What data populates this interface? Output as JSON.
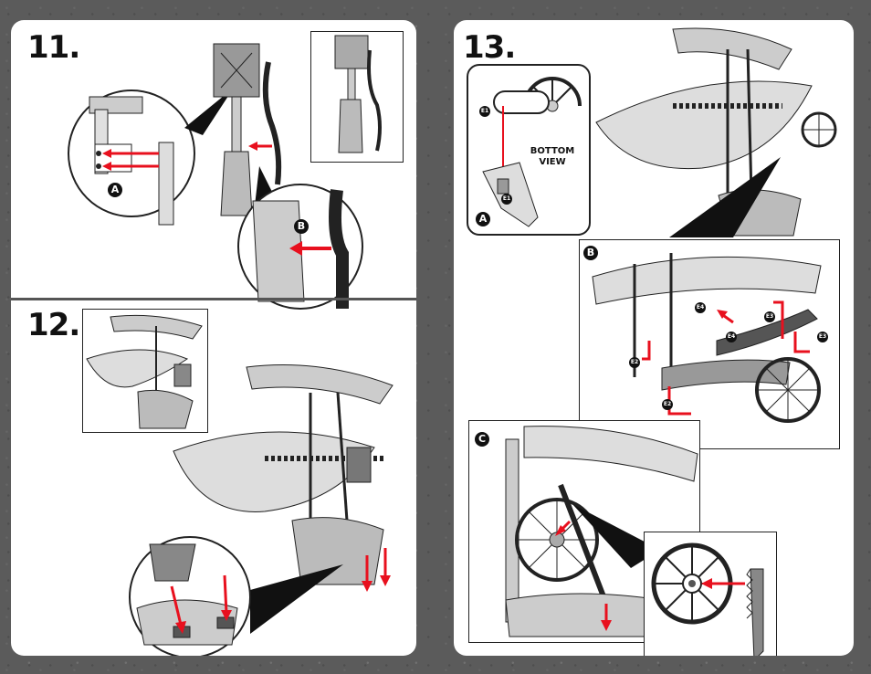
{
  "steps": {
    "s11": "11.",
    "s12": "12.",
    "s13": "13."
  },
  "callouts": {
    "a11": "A",
    "b11": "B",
    "a13": "A",
    "b13": "B",
    "c13": "C"
  },
  "parts": {
    "e1": "E1",
    "e2": "E2",
    "e3": "E3",
    "e4": "E4"
  },
  "bottom_view": "BOTTOM VIEW",
  "colors": {
    "arrow": "#e8101e",
    "line": "#222222",
    "fill": "#bdbdbd",
    "dark": "#555555"
  }
}
